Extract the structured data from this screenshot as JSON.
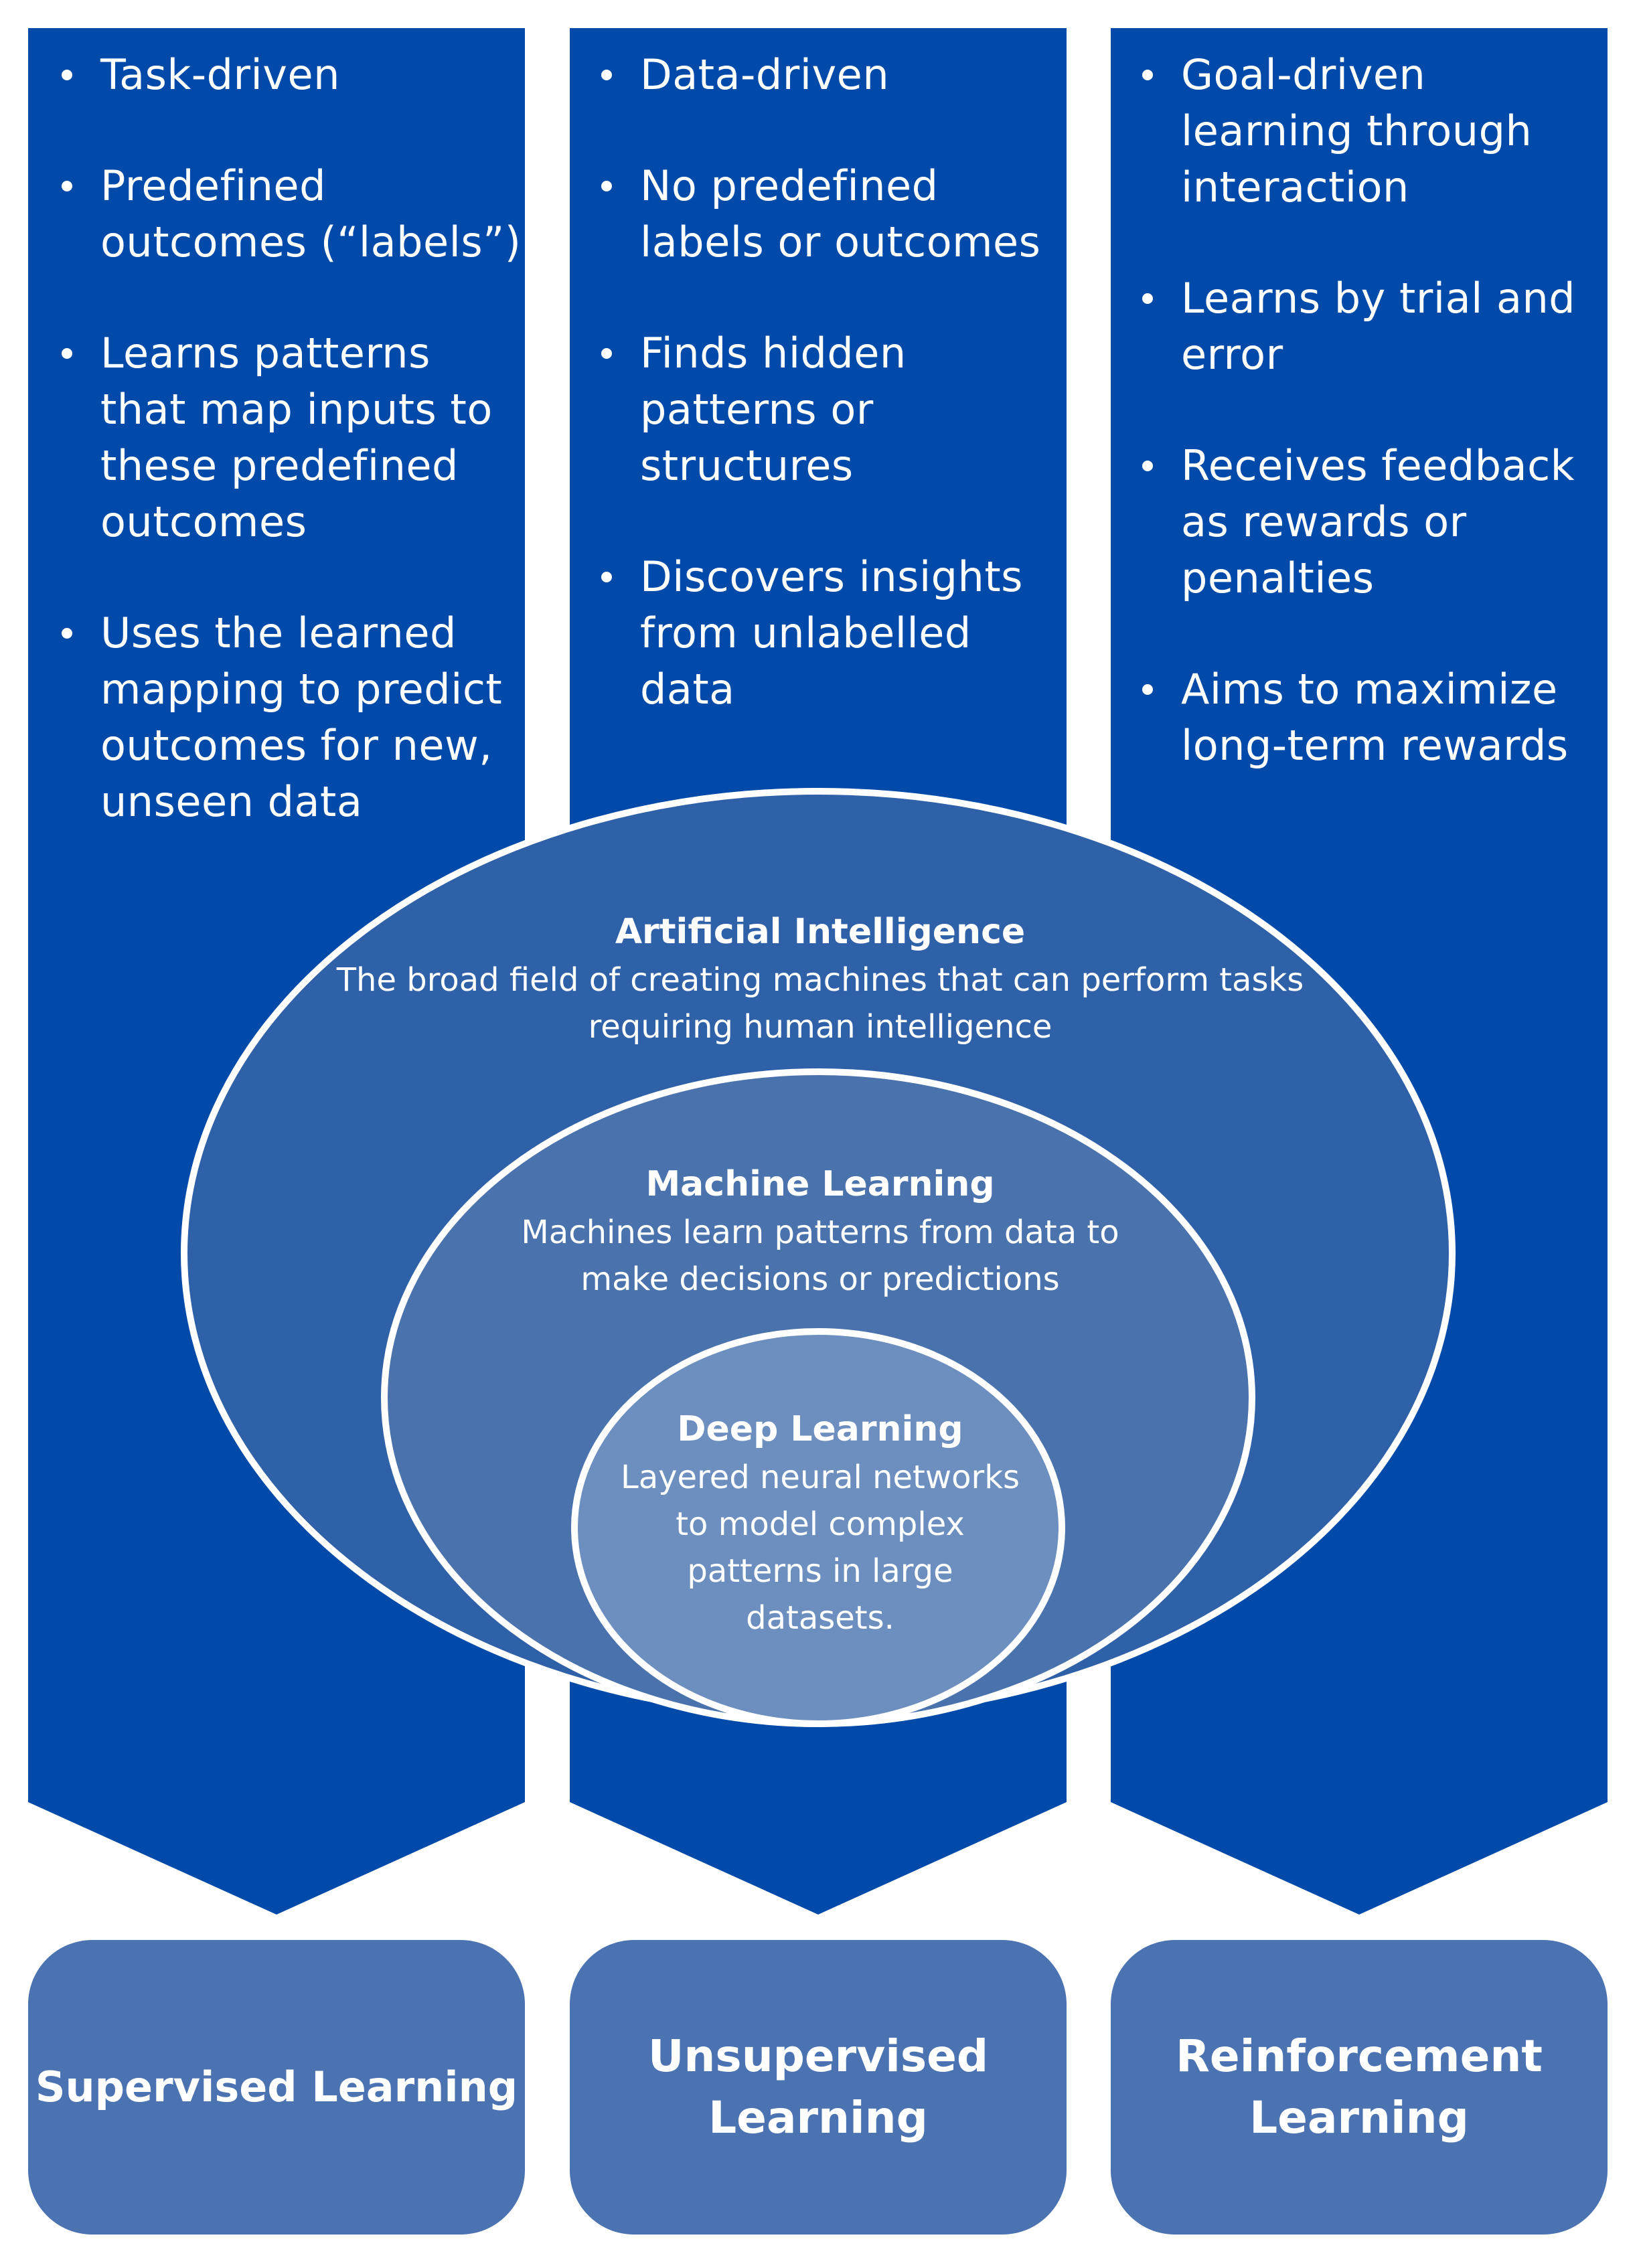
{
  "colors": {
    "column_blue": "#014aa9",
    "ai_circle": "#2f61a9",
    "ml_circle": "#4a73ad",
    "dl_circle": "#6c8fc0",
    "label_box": "#4b73b2",
    "outline": "#ffffff"
  },
  "columns": [
    {
      "items": [
        "Task-driven",
        "Predefined outcomes (“labels”)",
        "Learns patterns that map inputs to these predefined outcomes",
        "Uses the learned mapping to predict outcomes for new, unseen data"
      ]
    },
    {
      "items": [
        "Data-driven",
        "No predefined labels or outcomes",
        "Finds hidden patterns or structures",
        "Discovers insights from unlabelled data"
      ]
    },
    {
      "items": [
        "Goal-driven learning through interaction",
        "Learns by trial and error",
        "Receives feedback as rewards or penalties",
        "Aims to maximize long-term rewards"
      ]
    }
  ],
  "circles": {
    "ai": {
      "title": "Artificial Intelligence",
      "description": "The broad field of creating machines that can perform tasks requiring human intelligence"
    },
    "ml": {
      "title": "Machine Learning",
      "description": "Machines learn patterns from data to make decisions or predictions"
    },
    "dl": {
      "title": "Deep Learning",
      "description": "Layered neural networks to model complex patterns in large datasets."
    }
  },
  "labels": [
    "Supervised Learning",
    "Unsupervised Learning",
    "Reinforcement Learning"
  ]
}
